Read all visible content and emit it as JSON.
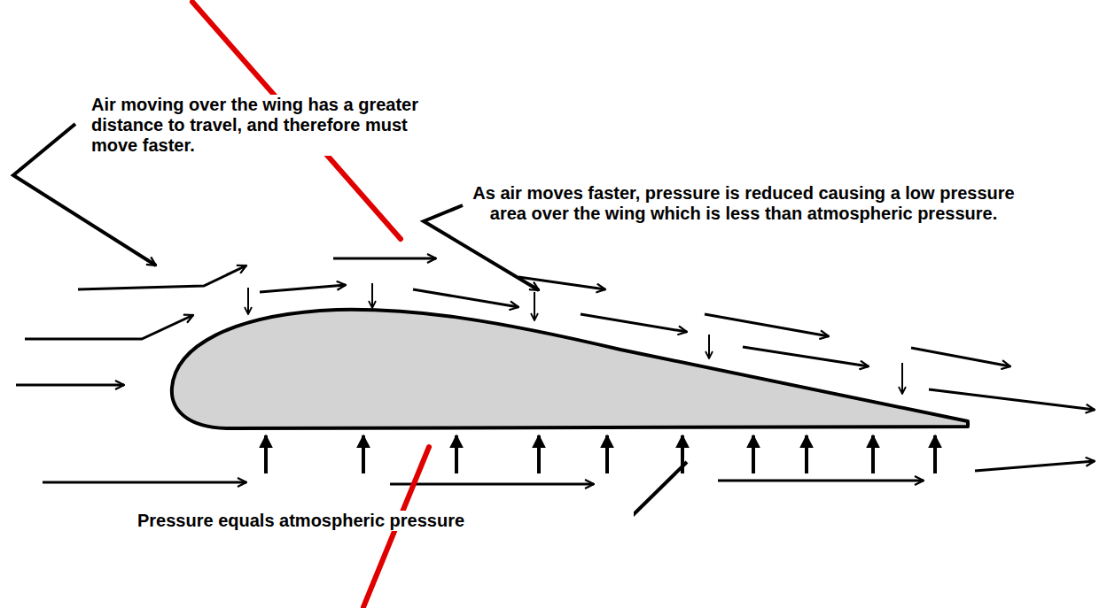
{
  "diagram": {
    "labels": [
      "Air moving over the wing has a greater distance to travel, and therefore must move faster.",
      "As air moves faster, pressure is reduced causing a low pressure area over the wing which is less than atmospheric pressure.",
      "Pressure equals atmospheric pressure"
    ]
  }
}
